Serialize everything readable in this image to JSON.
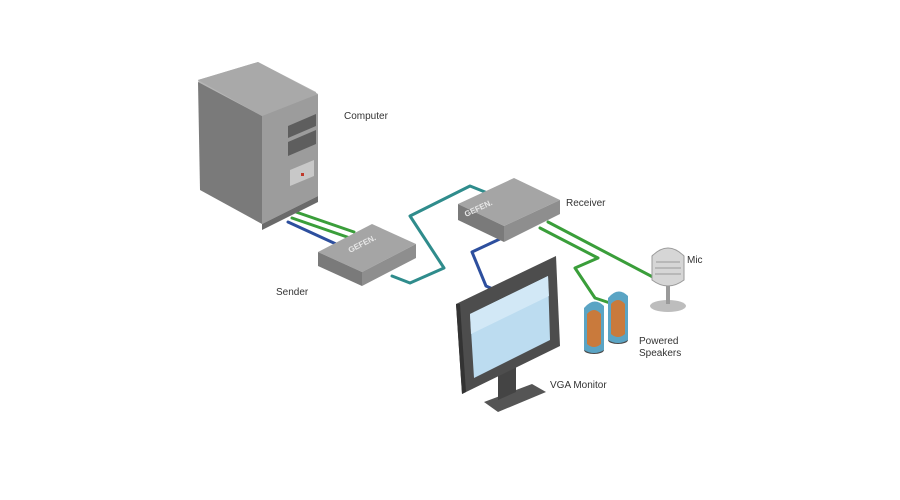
{
  "labels": {
    "computer": "Computer",
    "sender": "Sender",
    "receiver": "Receiver",
    "mic": "Mic",
    "speakers_line1": "Powered",
    "speakers_line2": "Speakers",
    "monitor": "VGA Monitor"
  },
  "brand": {
    "sender": "GEFEN.",
    "receiver": "GEFEN."
  },
  "colors": {
    "device_gray": "#8a8a8a",
    "network_cable": "#2f8c8c",
    "audio_cable": "#3a9e3a",
    "video_cable": "#2d4f9e",
    "screen": "#bcdcf0",
    "speaker_blue": "#5aa4c4",
    "speaker_orange": "#c97a3c"
  },
  "icons": [
    "computer-tower-icon",
    "sender-box-icon",
    "receiver-box-icon",
    "vga-monitor-icon",
    "powered-speakers-icon",
    "microphone-icon"
  ]
}
